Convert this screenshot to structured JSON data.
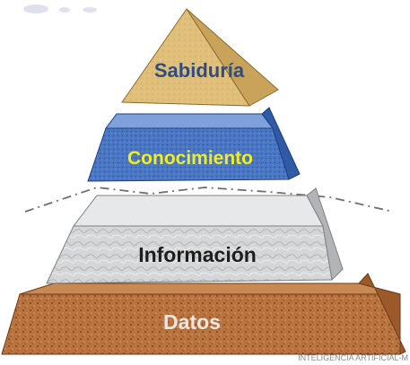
{
  "pyramid": {
    "levels": [
      {
        "key": "sabiduria",
        "label": "Sabiduría",
        "color": "#dfbf7a",
        "text_color": "#2f4d80"
      },
      {
        "key": "conocimiento",
        "label": "Conocimiento",
        "color": "#4a77c4",
        "text_color": "#f2ee1e"
      },
      {
        "key": "informacion",
        "label": "Información",
        "color": "#d2d4d6",
        "text_color": "#1d1d1d"
      },
      {
        "key": "datos",
        "label": "Datos",
        "color": "#b9733f",
        "text_color": "#ece6de"
      }
    ]
  },
  "watermark": {
    "text": "INTELIGENCIA ARTIFICIAL-M"
  }
}
